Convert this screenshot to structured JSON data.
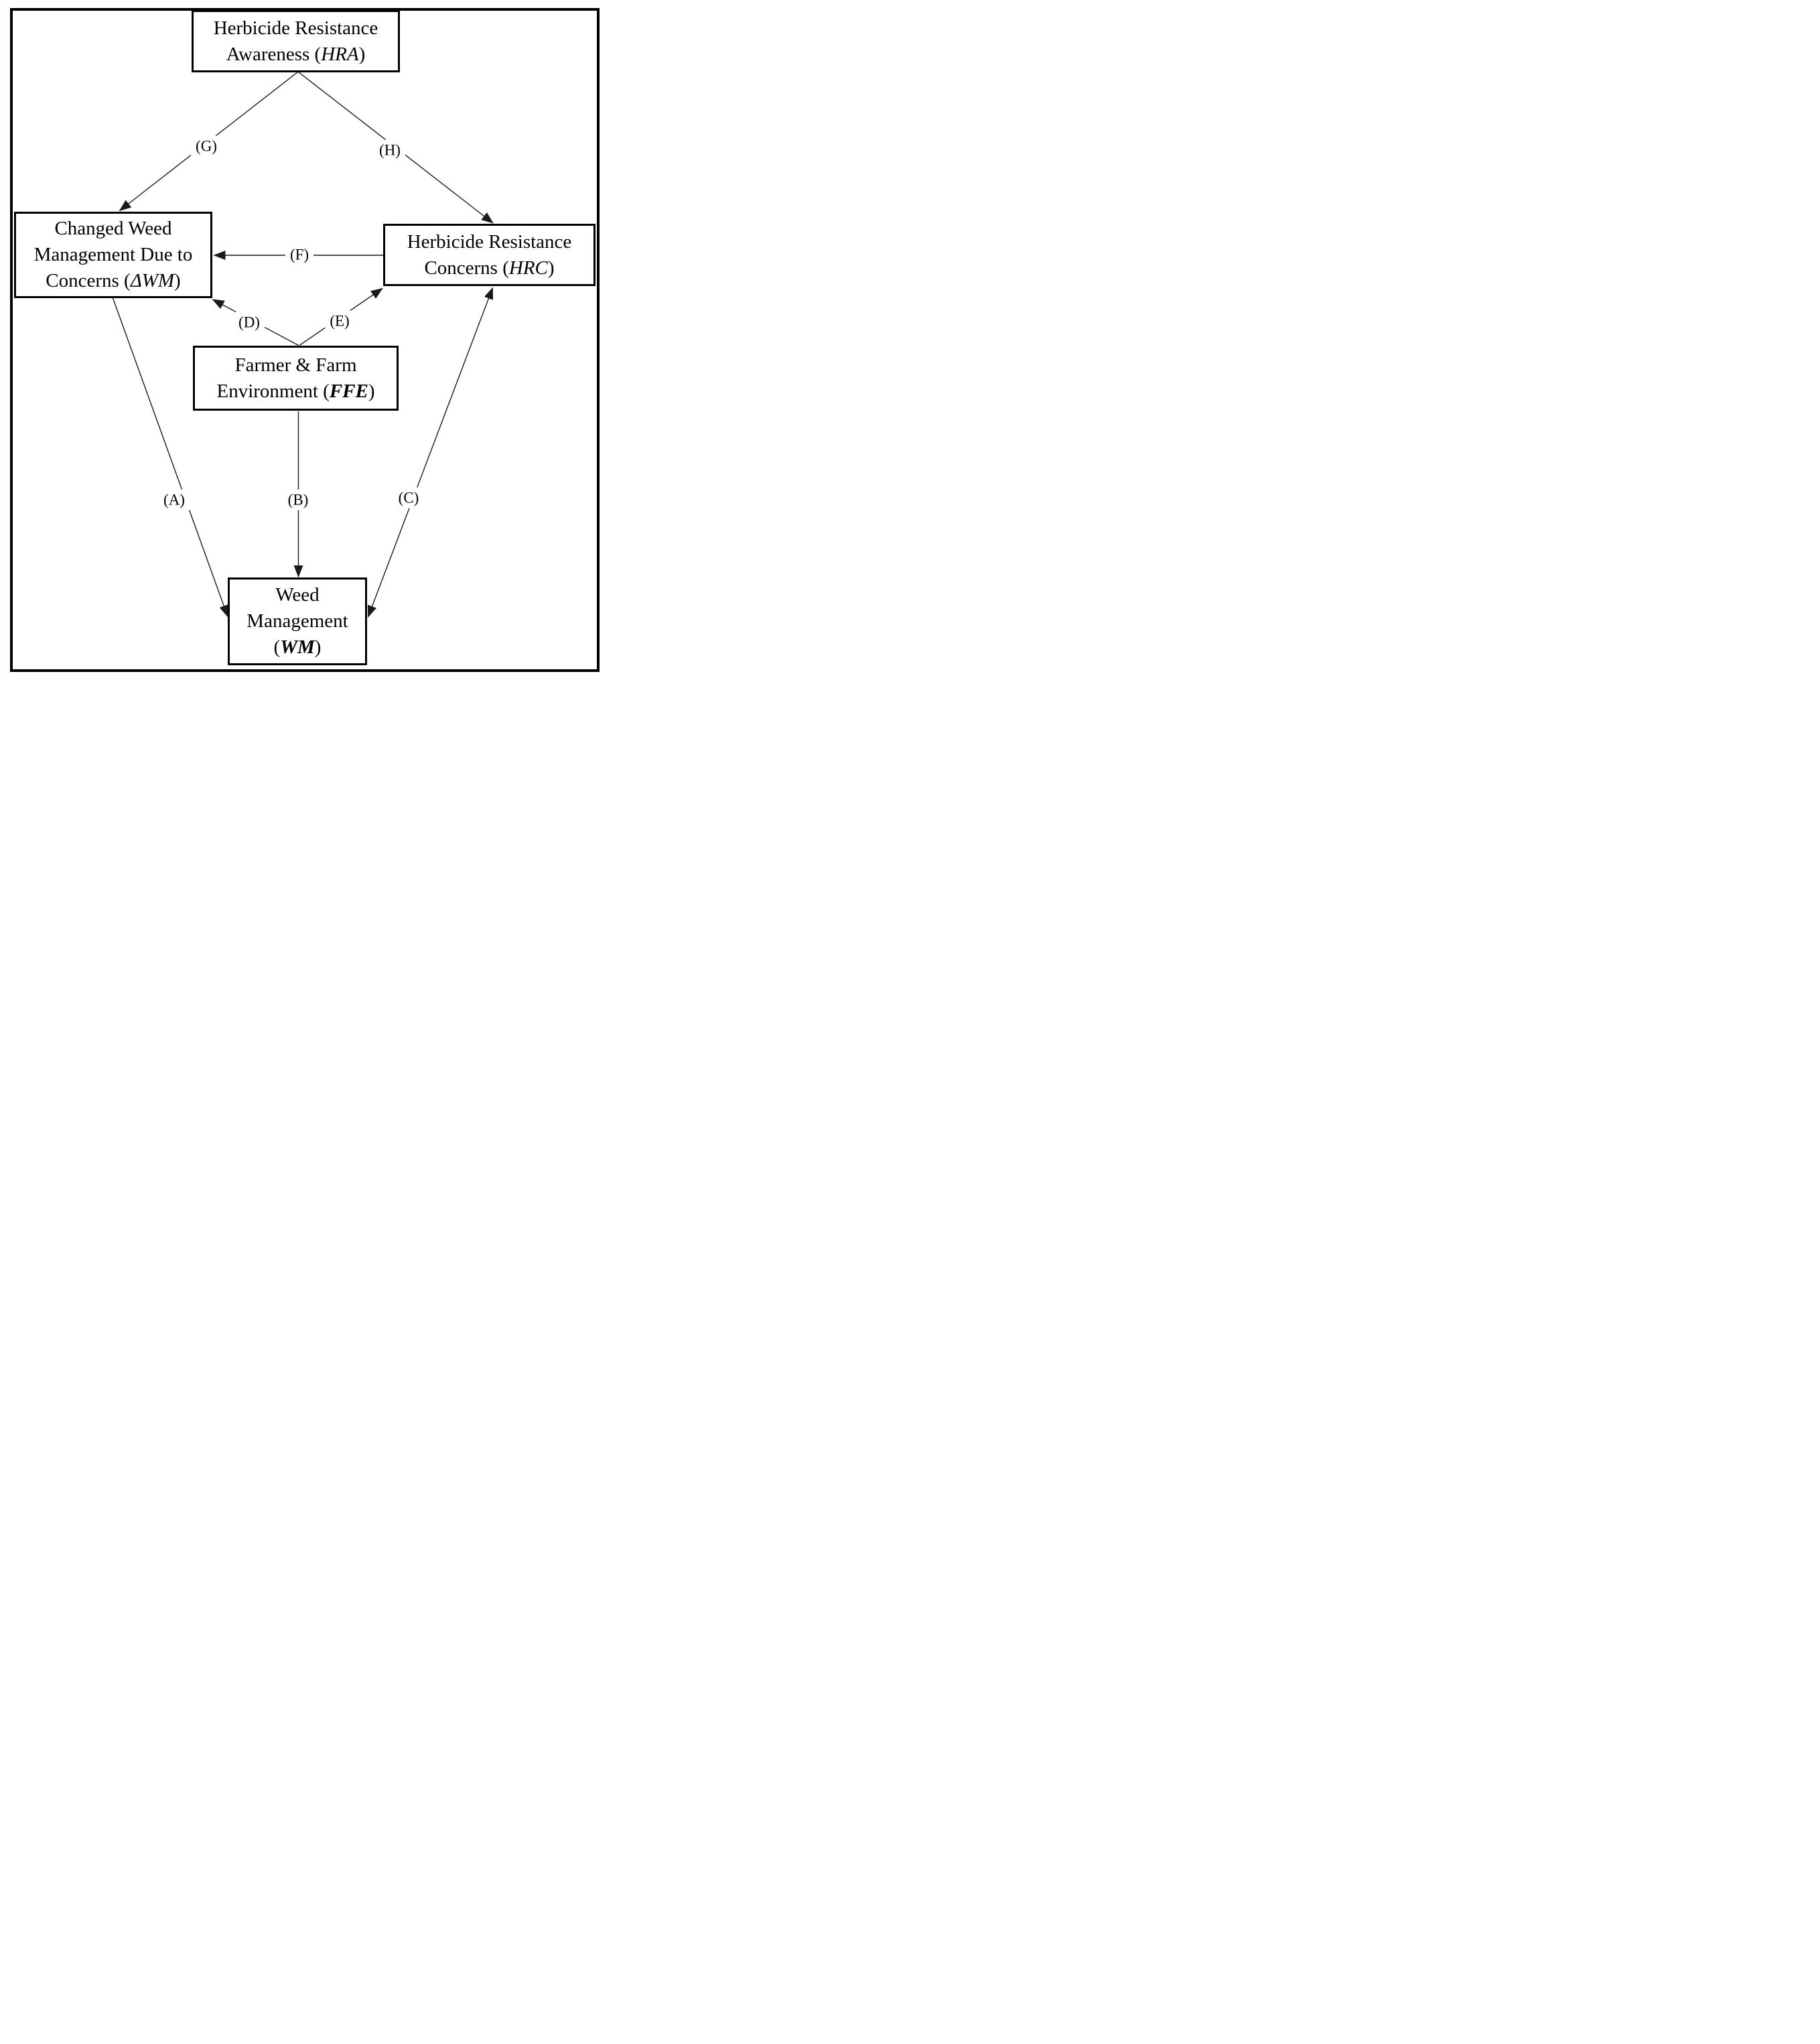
{
  "figure": {
    "type": "path-diagram",
    "background": "#ffffff",
    "line_color": "#1a1a1a",
    "border_color": "#000000",
    "text_color": "#000000"
  },
  "nodes": {
    "hra": {
      "name": "Herbicide Resistance Awareness",
      "abbr": "HRA",
      "line1": "Herbicide Resistance",
      "line2_pre": "Awareness (",
      "line2_post": ")"
    },
    "dwm": {
      "name": "Changed Weed Management Due to Concerns",
      "abbr": "ΔWM",
      "line1": "Changed Weed",
      "line2": "Management Due to",
      "line3_pre": "Concerns (",
      "line3_post": ")"
    },
    "hrc": {
      "name": "Herbicide Resistance Concerns",
      "abbr": "HRC",
      "line1": "Herbicide Resistance",
      "line2_pre": "Concerns (",
      "line2_post": ")"
    },
    "ffe": {
      "name": "Farmer & Farm Environment",
      "abbr": "FFE",
      "line1": "Farmer & Farm",
      "line2_pre": "Environment (",
      "line2_post": ")"
    },
    "wm": {
      "name": "Weed Management",
      "abbr": "WM",
      "line1": "Weed",
      "line2": "Management",
      "line3_pre": "(",
      "line3_post": ")"
    }
  },
  "edges": {
    "a": {
      "label": "(A)",
      "from": "ΔWM",
      "to": "WM",
      "double_headed": false
    },
    "b": {
      "label": "(B)",
      "from": "FFE",
      "to": "WM",
      "double_headed": false
    },
    "c": {
      "label": "(C)",
      "from": "WM",
      "to": "HRC",
      "double_headed": true
    },
    "d": {
      "label": "(D)",
      "from": "FFE",
      "to": "ΔWM",
      "double_headed": false
    },
    "e": {
      "label": "(E)",
      "from": "FFE",
      "to": "HRC",
      "double_headed": false
    },
    "f": {
      "label": "(F)",
      "from": "HRC",
      "to": "ΔWM",
      "double_headed": false
    },
    "g": {
      "label": "(G)",
      "from": "HRA",
      "to": "ΔWM",
      "double_headed": false
    },
    "h": {
      "label": "(H)",
      "from": "HRA",
      "to": "HRC",
      "double_headed": false
    }
  }
}
